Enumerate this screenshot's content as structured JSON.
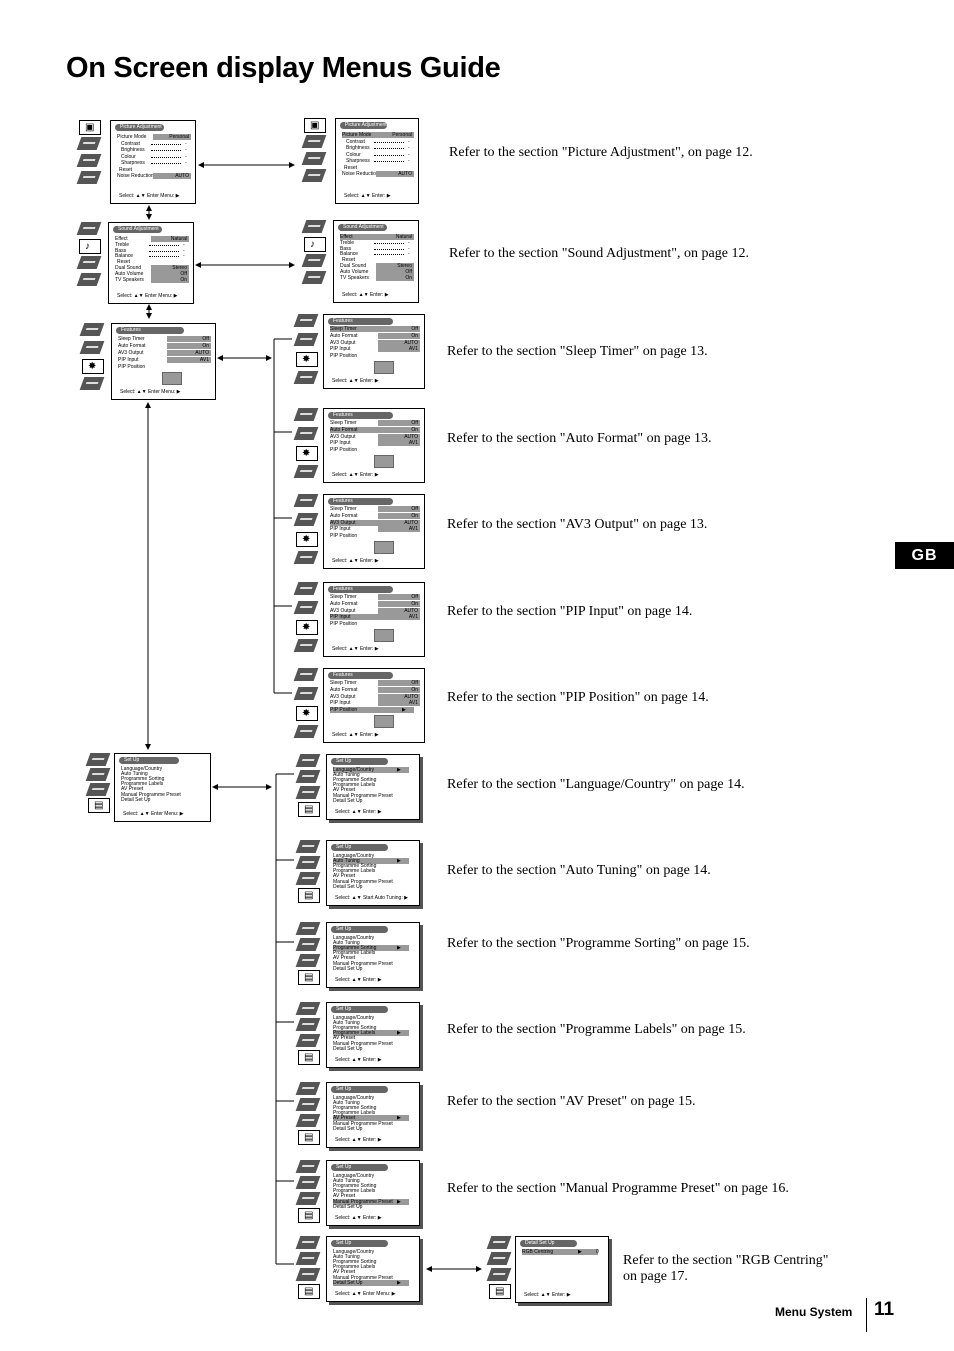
{
  "page": {
    "title": "On Screen display Menus Guide",
    "tab": "GB",
    "footer_label": "Menu System",
    "page_number": "11"
  },
  "refs": [
    "Refer to the section \"Picture Adjustment\", on page 12.",
    "Refer to the section \"Sound Adjustment\", on page 12.",
    "Refer to the section \"Sleep Timer\" on page 13.",
    "Refer to the section \"Auto Format\" on page 13.",
    "Refer to the section \"AV3 Output\" on page 13.",
    "Refer to the section \"PIP Input\" on page 14.",
    "Refer to the section \"PIP Position\" on page 14.",
    "Refer to the section \"Language/Country\" on page 14.",
    "Refer to the section \"Auto Tuning\" on page 14.",
    "Refer to the section \"Programme Sorting\" on page 15.",
    "Refer to the section \"Programme Labels\" on page 15.",
    "Refer to the section \"AV Preset\" on page 15.",
    "Refer to the section \"Manual Programme Preset\" on page 16."
  ],
  "ref_rgb": [
    "Refer to the section \"RGB Centring\"",
    "on page 17."
  ],
  "menus": {
    "picture": {
      "title": "Picture Adjustment",
      "items": [
        "Picture Mode",
        "Contrast",
        "Brightness",
        "Colour",
        "Sharpness",
        "Reset",
        "Noise Reduction"
      ],
      "values": [
        "Personal",
        "AUTO"
      ],
      "foot_a": "Select: ▲▼  Enter Menu: ▶",
      "foot_b": "Select: ▲▼        Enter: ▶"
    },
    "sound": {
      "title": "Sound Adjustment",
      "items": [
        "Effect",
        "Treble",
        "Bass",
        "Balance",
        "Reset",
        "Dual Sound",
        "Auto Volume",
        "TV Speakers"
      ],
      "values": [
        "Natural",
        "Stereo",
        "Off",
        "On"
      ],
      "foot_a": "Select: ▲▼  Enter Menu: ▶",
      "foot_b": "Select: ▲▼        Enter: ▶"
    },
    "features": {
      "title": "Features",
      "items": [
        "Sleep Timer",
        "Auto Format",
        "AV3 Output",
        "PIP Input",
        "PIP Position"
      ],
      "values": [
        "Off",
        "On",
        "AUTO",
        "AV1"
      ],
      "foot_a": "Select: ▲▼  Enter Menu: ▶",
      "foot_b": "Select: ▲▼        Enter: ▶"
    },
    "setup": {
      "title": "Set Up",
      "items": [
        "Language/Country",
        "Auto Tuning",
        "Programme Sorting",
        "Programme Labels",
        "AV Preset",
        "Manual Programme Preset",
        "Detail Set Up"
      ],
      "foot_a": "Select: ▲▼  Enter Menu: ▶",
      "foot_b": "Select: ▲▼    Enter: ▶",
      "foot_tuning": "Select: ▲▼   Start Auto Tuning: ▶"
    },
    "detail": {
      "title": "Detail Set Up",
      "item": "RGB Centring",
      "value": "0",
      "foot": "Select: ▲▼    Enter: ▶"
    }
  }
}
